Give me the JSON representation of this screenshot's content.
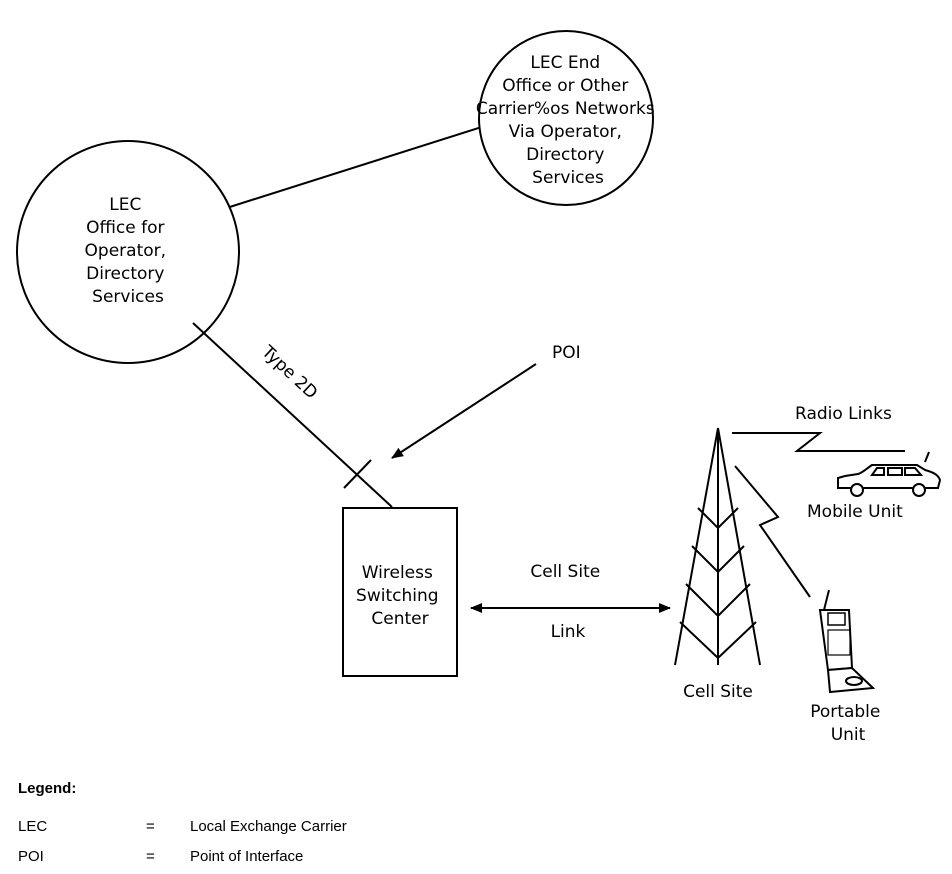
{
  "nodes": {
    "lec_end_office": [
      "LEC End",
      "Office or Other",
      "Carrier%os Networks",
      "Via Operator,",
      "Directory",
      "Services"
    ],
    "lec_office": [
      "LEC",
      "Office for",
      "Operator,",
      "Directory",
      "Services"
    ],
    "wireless_switching_center": [
      "Wireless",
      "Switching",
      "Center"
    ],
    "cell_site": "Cell Site",
    "mobile_unit": "Mobile Unit",
    "portable_unit": [
      "Portable",
      "Unit"
    ]
  },
  "labels": {
    "type_2d": "Type 2D",
    "poi": "POI",
    "radio_links": "Radio Links",
    "cell_site_link": [
      "Cell Site",
      "Link"
    ]
  },
  "legend": {
    "title": "Legend:",
    "rows": [
      {
        "term": "LEC",
        "eq": "=",
        "definition": "Local Exchange Carrier"
      },
      {
        "term": "POI",
        "eq": "=",
        "definition": "Point of Interface"
      }
    ]
  }
}
